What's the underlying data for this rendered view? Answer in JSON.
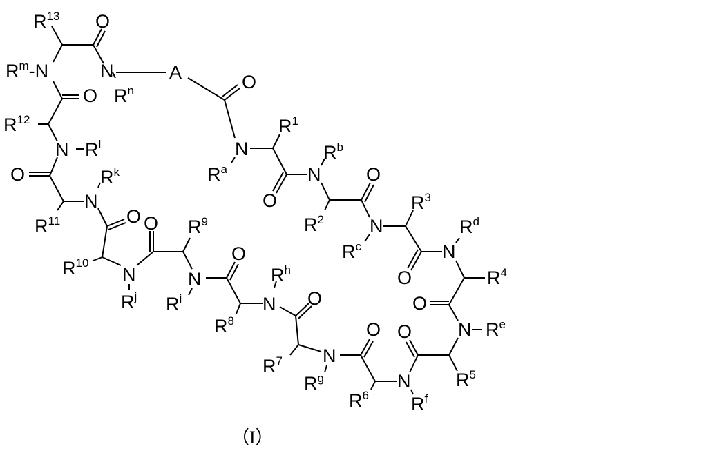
{
  "diagram": {
    "type": "chemical-structure",
    "description": "Macrocyclic peptide of general formula (I) with 13 amino-acid residues and linker A",
    "caption": "（I）",
    "linker": "A",
    "residues": [
      {
        "side_chain": "R",
        "side_sup": "1",
        "n_sub": "R",
        "n_sup": "a"
      },
      {
        "side_chain": "R",
        "side_sup": "2",
        "n_sub": "R",
        "n_sup": "b"
      },
      {
        "side_chain": "R",
        "side_sup": "3",
        "n_sub": "R",
        "n_sup": "c"
      },
      {
        "side_chain": "R",
        "side_sup": "4",
        "n_sub": "R",
        "n_sup": "d"
      },
      {
        "side_chain": "R",
        "side_sup": "5",
        "n_sub": "R",
        "n_sup": "e"
      },
      {
        "side_chain": "R",
        "side_sup": "6",
        "n_sub": "R",
        "n_sup": "f"
      },
      {
        "side_chain": "R",
        "side_sup": "7",
        "n_sub": "R",
        "n_sup": "g"
      },
      {
        "side_chain": "R",
        "side_sup": "8",
        "n_sub": "R",
        "n_sup": "h"
      },
      {
        "side_chain": "R",
        "side_sup": "9",
        "n_sub": "R",
        "n_sup": "i"
      },
      {
        "side_chain": "R",
        "side_sup": "10",
        "n_sub": "R",
        "n_sup": "j"
      },
      {
        "side_chain": "R",
        "side_sup": "11",
        "n_sub": "R",
        "n_sup": "k"
      },
      {
        "side_chain": "R",
        "side_sup": "12",
        "n_sub": "R",
        "n_sup": "l"
      },
      {
        "side_chain": "R",
        "side_sup": "13",
        "n_sub": "R",
        "n_sup": "m"
      }
    ],
    "terminal_n": {
      "label": "R",
      "sup": "n"
    },
    "atoms": {
      "N": "N",
      "O": "O",
      "R": "R",
      "dash": "-"
    }
  }
}
